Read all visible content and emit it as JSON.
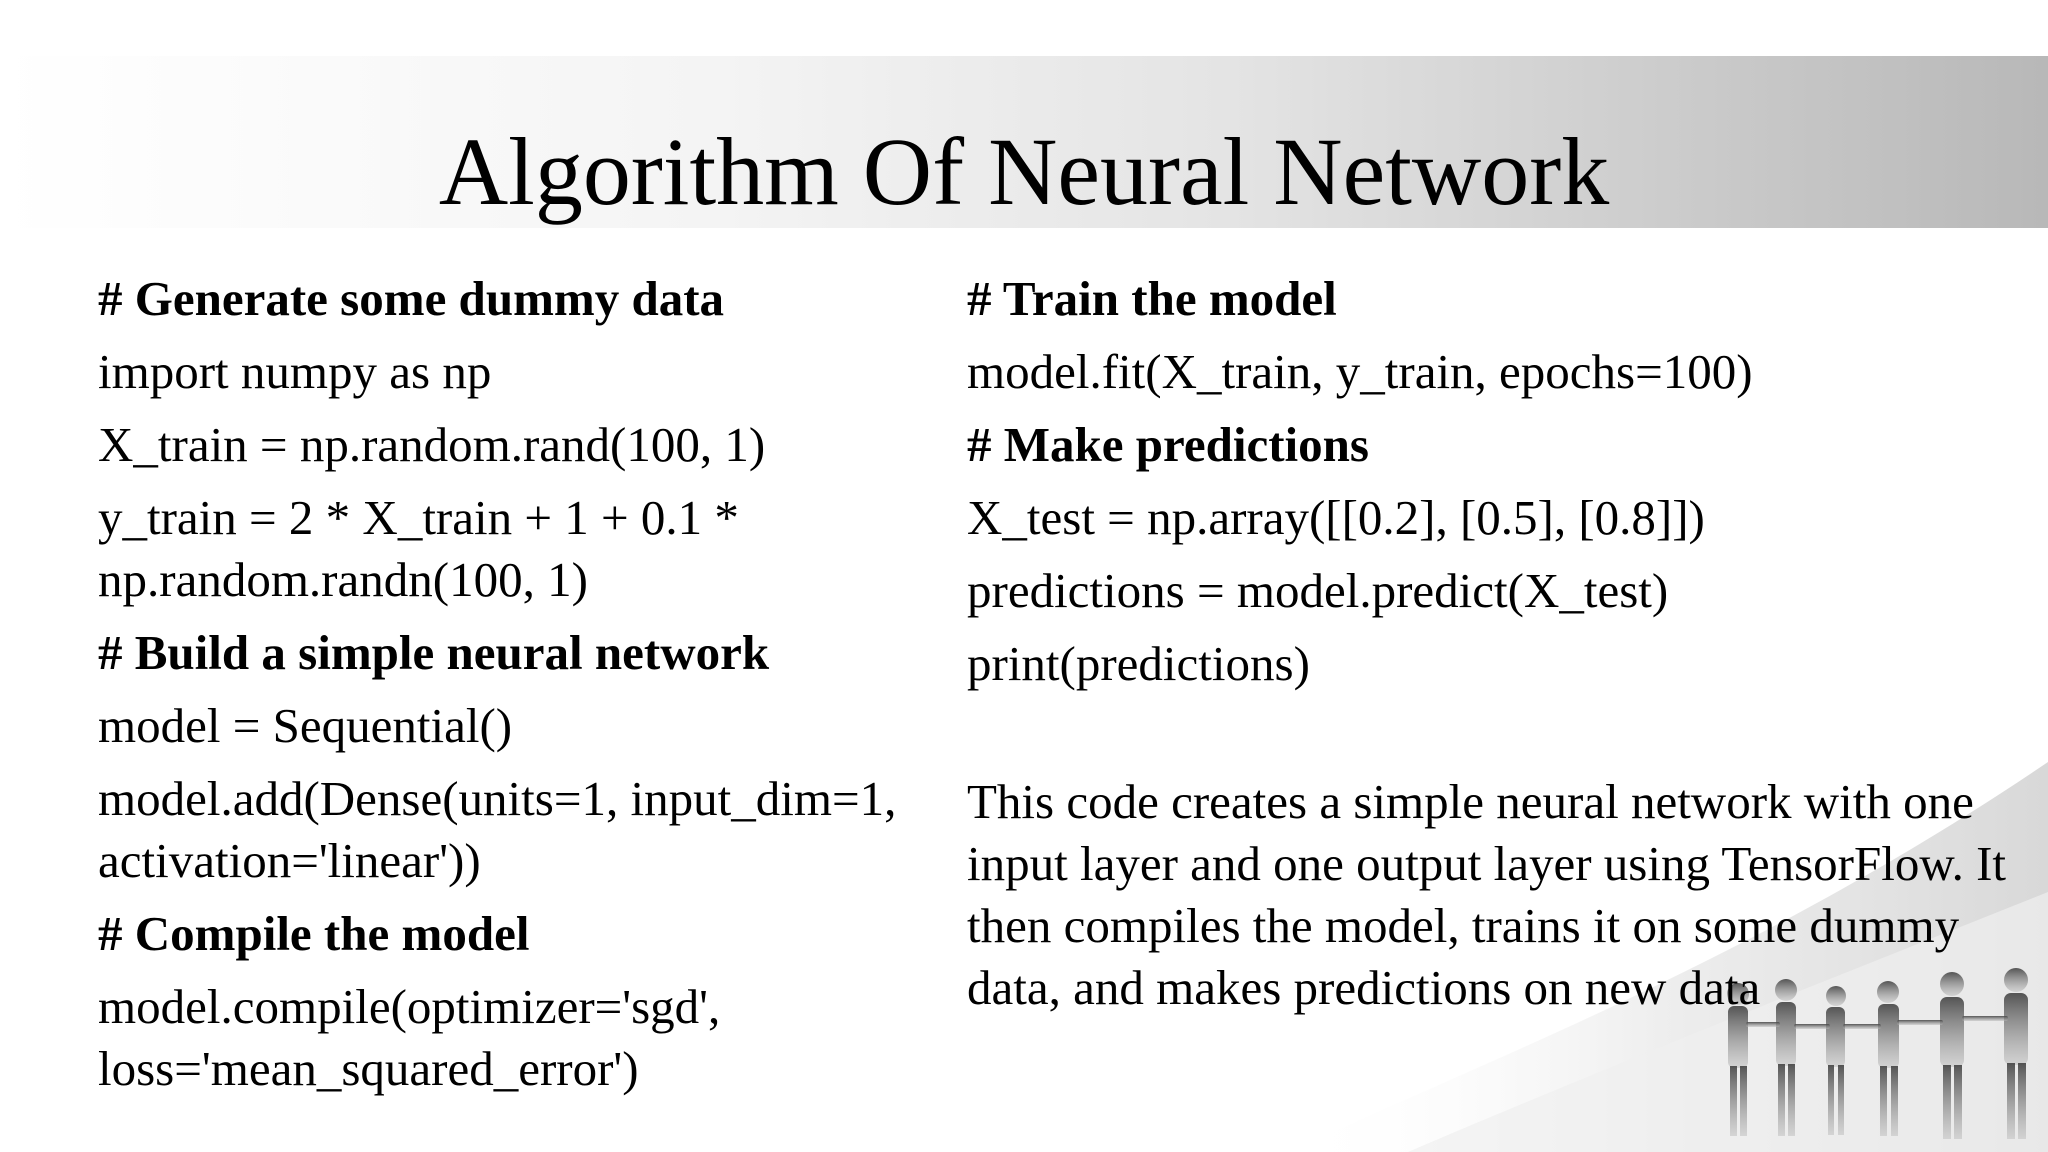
{
  "title": "Algorithm Of Neural Network",
  "left_column": {
    "comment_generate": "# Generate some dummy data",
    "import_line": "import numpy as np",
    "xtrain_line": "X_train = np.random.rand(100, 1)",
    "ytrain_line": "y_train = 2 * X_train + 1 + 0.1 * np.random.randn(100, 1)",
    "comment_build": "# Build a simple neural network",
    "model_line": "model = Sequential()",
    "add_line": "model.add(Dense(units=1, input_dim=1, activation='linear'))",
    "comment_compile": "# Compile the model",
    "compile_line": "model.compile(optimizer='sgd', loss='mean_squared_error')"
  },
  "right_column": {
    "comment_train": "# Train the model",
    "fit_line": "model.fit(X_train, y_train, epochs=100)",
    "comment_predict": "# Make predictions",
    "xtest_line": "X_test = np.array([[0.2], [0.5], [0.8]])",
    "predict_line": "predictions = model.predict(X_test)",
    "print_line": "print(predictions)",
    "description": "This code creates a simple neural network with one input layer and one output layer using TensorFlow. It then compiles the model, trains it on some dummy data, and makes predictions on new data"
  },
  "colors": {
    "text": "#000000",
    "band_start": "#ffffff",
    "band_end": "#b8b8b8"
  }
}
